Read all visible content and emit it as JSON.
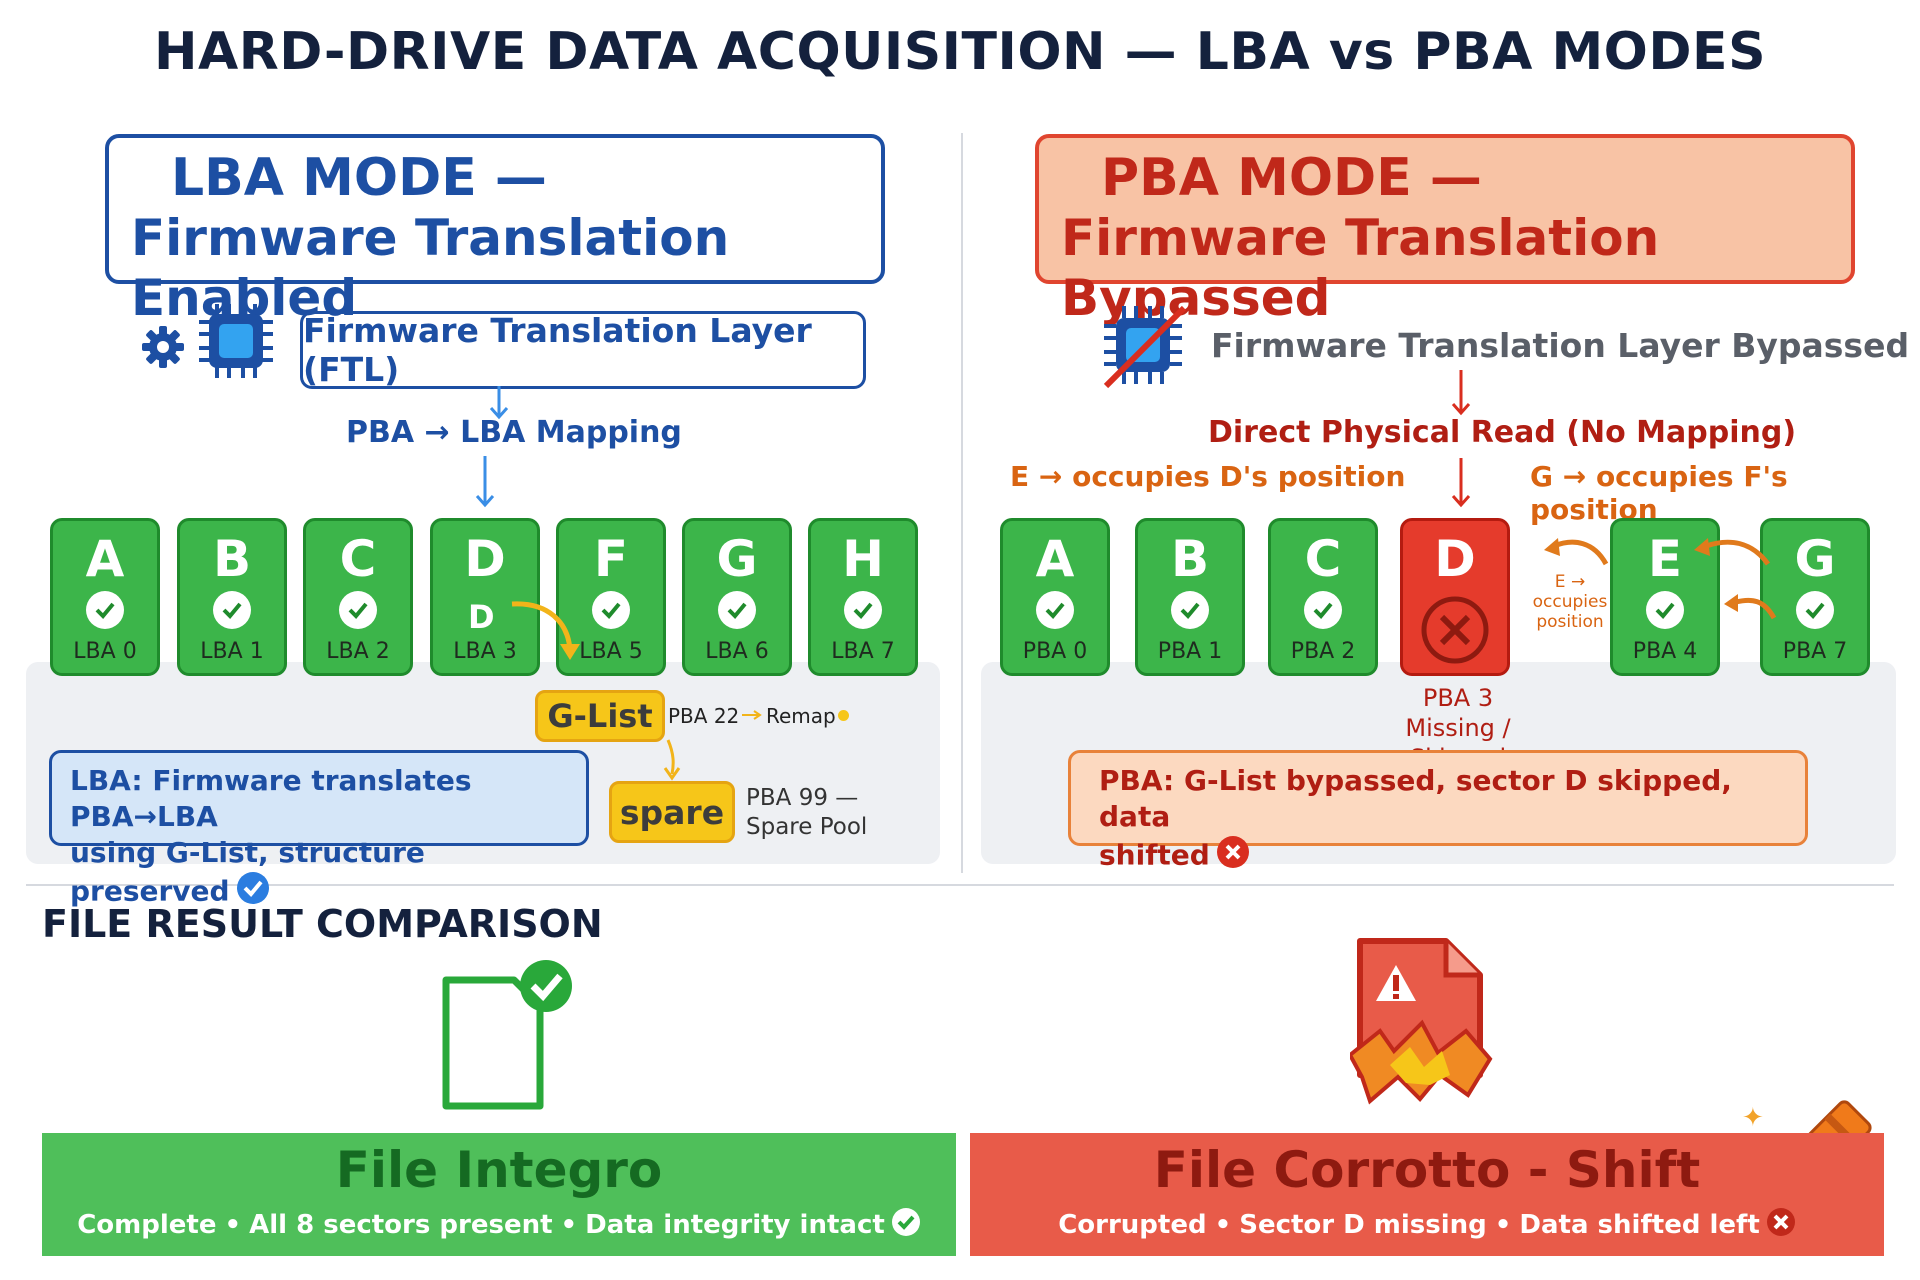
{
  "title": "HARD-DRIVE DATA ACQUISITION — LBA vs PBA MODES",
  "colors": {
    "lba_blue": "#1d4fa3",
    "pba_red": "#e0452f",
    "sector_green": "#3cb54a",
    "glist_yellow": "#f6c619",
    "warning_orange": "#d96412"
  },
  "lba": {
    "header_line1": "LBA MODE —",
    "header_line2": "Firmware Translation Enabled",
    "ftl_label": "Firmware Translation Layer (FTL)",
    "mapping_label": "PBA → LBA Mapping",
    "sectors": [
      {
        "letter": "A",
        "addr": "LBA 0"
      },
      {
        "letter": "B",
        "addr": "LBA 1"
      },
      {
        "letter": "C",
        "addr": "LBA 2"
      },
      {
        "letter": "D",
        "addr": "LBA 3",
        "sub": "D"
      },
      {
        "letter": "F",
        "addr": "LBA 5"
      },
      {
        "letter": "G",
        "addr": "LBA 6"
      },
      {
        "letter": "H",
        "addr": "LBA 7"
      }
    ],
    "glist_label": "G-List",
    "glist_pba": "PBA 22",
    "glist_remap": "Remap",
    "spare_label": "spare",
    "spare_line1": "PBA 99 —",
    "spare_line2": "Spare Pool",
    "note_line1": "LBA: Firmware translates PBA→LBA",
    "note_line2": "using G-List, structure preserved"
  },
  "pba": {
    "header_line1": "PBA MODE —",
    "header_line2": "Firmware Translation Bypassed",
    "ftl_label": "Firmware Translation Layer Bypassed",
    "direct_read": "Direct Physical Read (No Mapping)",
    "e_occupies": "E → occupies D's position",
    "g_occupies": "G → occupies F's position",
    "e_occupies_small_1": "E →",
    "e_occupies_small_2": "occupies",
    "e_occupies_small_3": "position",
    "sectors": [
      {
        "letter": "A",
        "addr": "PBA 0"
      },
      {
        "letter": "B",
        "addr": "PBA 1"
      },
      {
        "letter": "C",
        "addr": "PBA 2"
      },
      {
        "letter": "D",
        "addr": "",
        "status": "missing"
      },
      {
        "letter": "E",
        "addr": "PBA 4"
      },
      {
        "letter": "G",
        "addr": "PBA 7"
      }
    ],
    "missing_line1": "PBA 3",
    "missing_line2": "Missing / Skipped",
    "note_line1": "PBA: G-List bypassed, sector D skipped, data",
    "note_line2": "shifted"
  },
  "results": {
    "section_title": "FILE RESULT COMPARISON",
    "ok_title": "File Integro",
    "ok_sub": [
      "Complete",
      "All 8 sectors present",
      "Data integrity intact"
    ],
    "bad_title": "File Corrotto - Shift",
    "bad_sub": [
      "Corrupted",
      "Sector D missing",
      "Data shifted left"
    ]
  }
}
